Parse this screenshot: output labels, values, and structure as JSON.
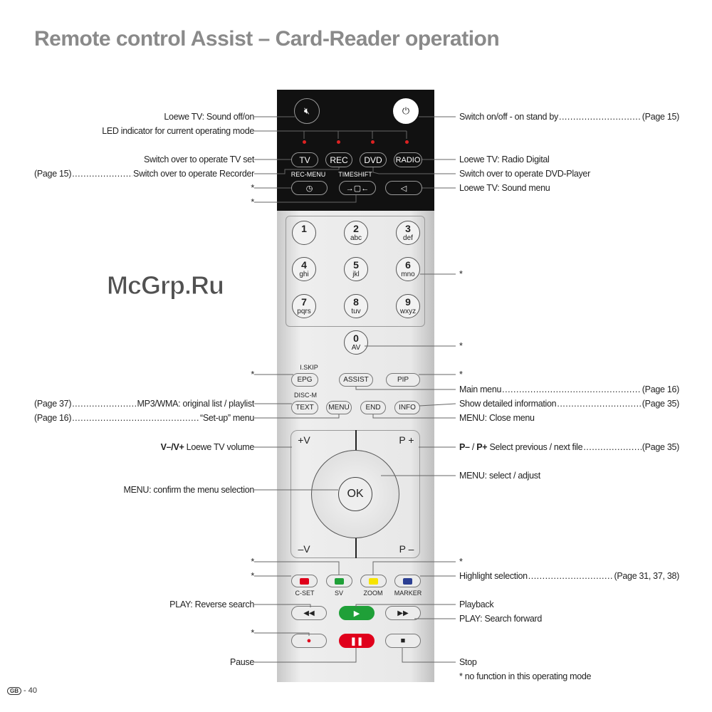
{
  "title": "Remote control Assist – Card-Reader operation",
  "left": {
    "sound_off": "Loewe TV: Sound off/on",
    "led": "LED indicator for current operating mode",
    "tv": "Switch over to operate TV set",
    "rec_page": "(Page 15)",
    "rec": "Switch over to operate Recorder",
    "star1": "*",
    "star2": "*",
    "star3": "*",
    "mp3_page": "(Page 37)",
    "mp3": "MP3/WMA: original list / playlist",
    "setup_page": "(Page 16)",
    "setup": "“Set-up” menu",
    "vol_bold": "V–/V+",
    "vol": " Loewe TV volume",
    "confirm": "MENU: confirm the menu selection",
    "star4": "*",
    "star5": "*",
    "reverse": "PLAY: Reverse search",
    "star6": "*",
    "pause": "Pause"
  },
  "right": {
    "power": "Switch on/off - on stand by",
    "power_page": "(Page 15)",
    "radio": "Loewe TV: Radio Digital",
    "dvd": "Switch over to operate DVD-Player",
    "sound_menu": "Loewe TV: Sound menu",
    "star1": "*",
    "star2": "*",
    "star3": "*",
    "main_menu": "Main menu",
    "main_menu_page": "(Page 16)",
    "info": "Show detailed information",
    "info_page": "(Page 35)",
    "close": "MENU: Close menu",
    "p_bold1": "P–",
    "p_sep": " / ",
    "p_bold2": "P+",
    "p_text": " Select previous / next file",
    "p_page": "(Page 35)",
    "select": "MENU: select / adjust",
    "star4": "*",
    "highlight": "Highlight selection",
    "highlight_page": "(Page 31, 37, 38)",
    "playback": "Playback",
    "forward": "PLAY: Search forward",
    "stop": "Stop",
    "note": "* no function in this operating mode"
  },
  "remote": {
    "tv": "TV",
    "rec": "REC",
    "dvd": "DVD",
    "radio": "RADIO",
    "rec_menu": "REC-MENU",
    "timeshift": "TIMESHIFT",
    "keys": [
      {
        "n": "1",
        "s": ""
      },
      {
        "n": "2",
        "s": "abc"
      },
      {
        "n": "3",
        "s": "def"
      },
      {
        "n": "4",
        "s": "ghi"
      },
      {
        "n": "5",
        "s": "jkl"
      },
      {
        "n": "6",
        "s": "mno"
      },
      {
        "n": "7",
        "s": "pqrs"
      },
      {
        "n": "8",
        "s": "tuv"
      },
      {
        "n": "9",
        "s": "wxyz"
      },
      {
        "n": "0",
        "s": "AV"
      }
    ],
    "iskip": "I.SKIP",
    "epg": "EPG",
    "assist": "ASSIST",
    "pip": "PIP",
    "discm": "DISC-M",
    "text": "TEXT",
    "menu": "MENU",
    "end": "END",
    "info": "INFO",
    "vplus": "+V",
    "vminus": "–V",
    "pplus": "P +",
    "pminus": "P –",
    "ok": "OK",
    "cset": "C-SET",
    "sv": "SV",
    "zoom": "ZOOM",
    "marker": "MARKER",
    "colors": {
      "red": "#e0001b",
      "green": "#1fa038",
      "yellow": "#f7e400",
      "blue": "#2b3f93"
    }
  },
  "watermark": "McGrp.Ru",
  "footer": {
    "badge": "GB",
    "page": "- 40"
  }
}
